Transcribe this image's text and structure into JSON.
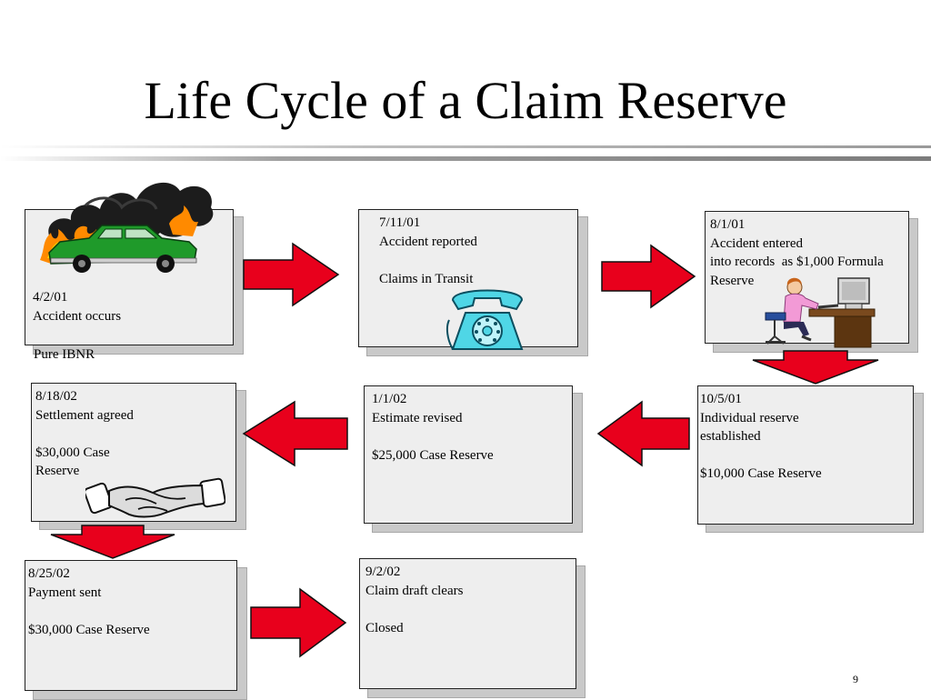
{
  "title": "Life Cycle of a Claim Reserve",
  "page_number": "9",
  "colors": {
    "arrow": "#e8001c",
    "box_fill": "#eeeeee",
    "shadow": "#c9c9c9"
  },
  "steps": [
    {
      "id": "accident-occurs",
      "lines": [
        "",
        "",
        "",
        "",
        "4/2/01",
        "Accident occurs"
      ],
      "note": "Pure IBNR",
      "icon": "burning-car-icon"
    },
    {
      "id": "accident-reported",
      "lines": [
        "7/11/01",
        "Accident reported",
        "",
        "Claims in Transit"
      ],
      "icon": "telephone-icon"
    },
    {
      "id": "accident-entered",
      "lines": [
        "8/1/01",
        "Accident entered",
        "into records  as $1,000 Formula",
        "Reserve"
      ],
      "icon": "office-worker-icon"
    },
    {
      "id": "individual-reserve",
      "lines": [
        "10/5/01",
        "Individual reserve",
        "established",
        "",
        "$10,000 Case Reserve"
      ]
    },
    {
      "id": "estimate-revised",
      "lines": [
        "1/1/02",
        "Estimate revised",
        "",
        "$25,000 Case Reserve"
      ]
    },
    {
      "id": "settlement-agreed",
      "lines": [
        "8/18/02",
        "Settlement agreed",
        "",
        "$30,000 Case",
        "Reserve"
      ],
      "icon": "handshake-icon"
    },
    {
      "id": "payment-sent",
      "lines": [
        "8/25/02",
        "Payment sent",
        "",
        "$30,000 Case Reserve"
      ]
    },
    {
      "id": "claim-draft-clears",
      "lines": [
        "9/2/02",
        "Claim draft clears",
        "",
        "Closed"
      ]
    }
  ]
}
